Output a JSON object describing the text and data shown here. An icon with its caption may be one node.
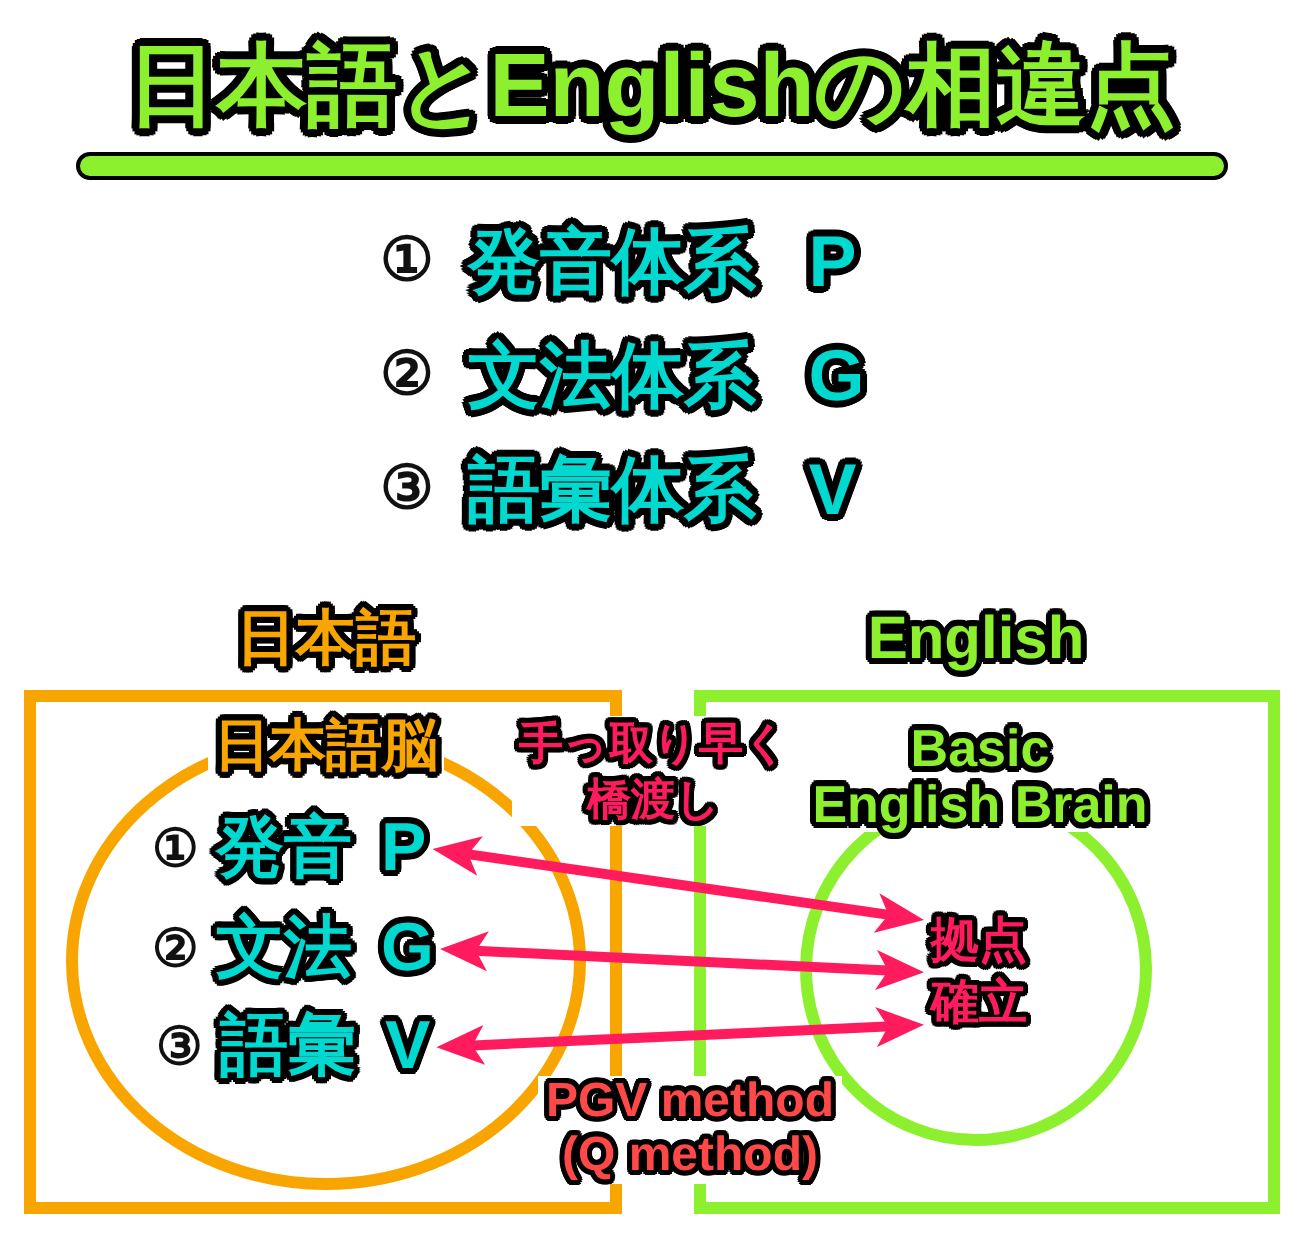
{
  "diagram": {
    "title": "日本語とEnglishの相違点",
    "nodes": [
      {
        "text": [
          "日本語"
        ]
      },
      {
        "text": [
          "日本語脳"
        ],
        "in": 0
      },
      {
        "text": [
          "①",
          "発音 P"
        ],
        "in": 1
      },
      {
        "text": [
          "②",
          "文法 G"
        ],
        "in": 1
      },
      {
        "text": [
          "③",
          "語彙 V"
        ],
        "in": 1
      },
      {
        "text": [
          "English"
        ]
      },
      {
        "text": [
          "Basic English Brain"
        ],
        "in": 5
      },
      {
        "text": [
          "拠点確立"
        ],
        "in": 6
      }
    ],
    "edges": [
      {
        "from": 2,
        "to": 7,
        "arrow": "both"
      },
      {
        "from": 3,
        "to": 7,
        "arrow": "both"
      },
      {
        "from": 4,
        "to": 7,
        "arrow": "both"
      }
    ],
    "labels": [
      "①",
      "発音体系 P",
      "②",
      "文法体系 G",
      "③",
      "語彙体系 V",
      "手っ取り早く橋渡し",
      "PGV method (Q method)"
    ]
  }
}
